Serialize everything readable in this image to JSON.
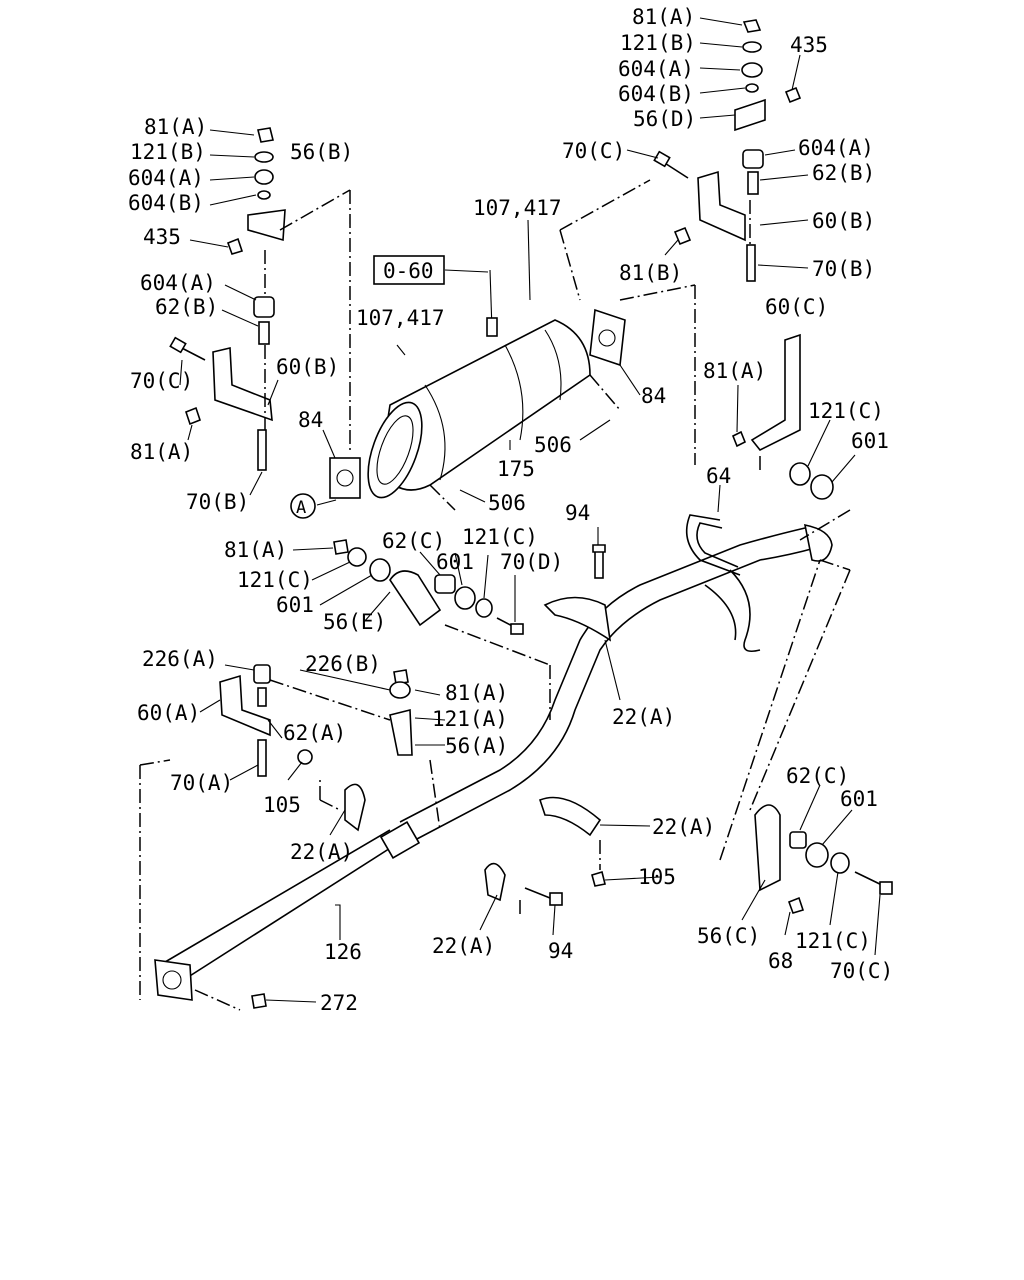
{
  "diagram": {
    "boxed_callout": "0-60",
    "circle_ref": "A",
    "labels": {
      "tr_81a": "81(A)",
      "tr_121b": "121(B)",
      "tr_604a": "604(A)",
      "tr_604b": "604(B)",
      "tr_56d": "56(D)",
      "tr_435": "435",
      "tr_70c": "70(C)",
      "tr_604a2": "604(A)",
      "tr_62b": "62(B)",
      "tr_60b": "60(B)",
      "tr_81b": "81(B)",
      "tr_70b": "70(B)",
      "tr_60c": "60(C)",
      "tr_81a2": "81(A)",
      "tr_121c": "121(C)",
      "tr_601": "601",
      "tr_64": "64",
      "tl_81a": "81(A)",
      "tl_121b": "121(B)",
      "tl_604a": "604(A)",
      "tl_604b": "604(B)",
      "tl_56b": "56(B)",
      "tl_435": "435",
      "tl_604a2": "604(A)",
      "tl_62b": "62(B)",
      "tl_70c": "70(C)",
      "tl_60b": "60(B)",
      "tl_81a2": "81(A)",
      "tl_70b": "70(B)",
      "c_107_417a": "107,417",
      "c_107_417b": "107,417",
      "c_84a": "84",
      "c_84b": "84",
      "c_175": "175",
      "c_506a": "506",
      "c_506b": "506",
      "m_94": "94",
      "m_81a": "81(A)",
      "m_62c": "62(C)",
      "m_121c": "121(C)",
      "m_121c2": "121(C)",
      "m_601": "601",
      "m_70d": "70(D)",
      "m_601b": "601",
      "m_56e": "56(E)",
      "m_22a": "22(A)",
      "l_226a": "226(A)",
      "l_226b": "226(B)",
      "l_81a": "81(A)",
      "l_121a": "121(A)",
      "l_60a": "60(A)",
      "l_62a": "62(A)",
      "l_56a": "56(A)",
      "l_70a": "70(A)",
      "l_105": "105",
      "l_22a": "22(A)",
      "b_22a": "22(A)",
      "b_105": "105",
      "b_126": "126",
      "b_22a2": "22(A)",
      "b_94": "94",
      "b_272": "272",
      "r_62c": "62(C)",
      "r_601": "601",
      "r_56c": "56(C)",
      "r_68": "68",
      "r_121c": "121(C)",
      "r_70c": "70(C)"
    }
  }
}
